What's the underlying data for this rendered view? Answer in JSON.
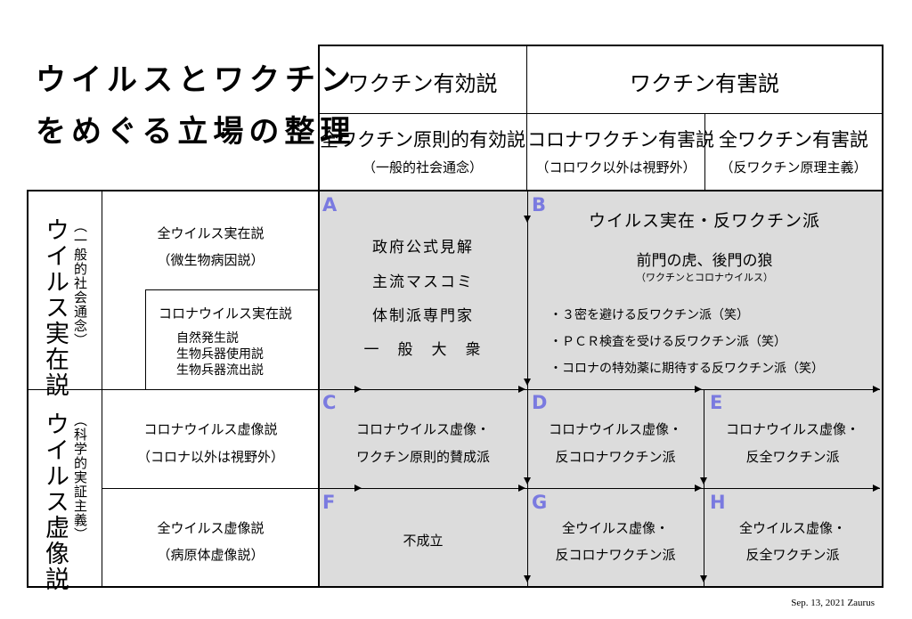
{
  "title": {
    "line1": "ウイルスとワクチン",
    "line2": "をめぐる立場の整理"
  },
  "columns": {
    "effective": {
      "label": "ワクチン有効説",
      "sub_label": "全ワクチン原則的有効説",
      "note": "（一般的社会通念）"
    },
    "harmful": {
      "label": "ワクチン有害説",
      "corona": {
        "label": "コロナワクチン有害説",
        "note": "（コロワク以外は視野外）"
      },
      "all": {
        "label": "全ワクチン有害説",
        "note": "（反ワクチン原理主義）"
      }
    }
  },
  "rows": {
    "exist": {
      "label": "ウイルス実在説",
      "note": "（一般的社会通念）",
      "all_virus": {
        "label": "全ウイルス実在説",
        "note": "（微生物病因説）"
      },
      "corona_virus": {
        "label": "コロナウイルス実在説",
        "items": [
          "自然発生説",
          "生物兵器使用説",
          "生物兵器流出説"
        ]
      }
    },
    "fake": {
      "label": "ウイルス虚像説",
      "note": "（科学的実証主義）",
      "corona_fake": {
        "label": "コロナウイルス虚像説",
        "note": "（コロナ以外は視野外）"
      },
      "all_fake": {
        "label": "全ウイルス虚像説",
        "note": "（病原体虚像説）"
      }
    }
  },
  "cells": {
    "A": {
      "letter": "A",
      "lines": [
        "政府公式見解",
        "主流マスコミ",
        "体制派専門家",
        "一　般　大　衆"
      ]
    },
    "B": {
      "letter": "B",
      "title": "ウイルス実在・反ワクチン派",
      "subtitle": "前門の虎、後門の狼",
      "subnote": "（ワクチンとコロナウイルス）",
      "bullets": [
        "・３密を避ける反ワクチン派（笑）",
        "・ＰＣＲ検査を受ける反ワクチン派（笑）",
        "・コロナの特効薬に期待する反ワクチン派（笑）"
      ]
    },
    "C": {
      "letter": "C",
      "lines": [
        "コロナウイルス虚像・",
        "ワクチン原則的賛成派"
      ]
    },
    "D": {
      "letter": "D",
      "lines": [
        "コロナウイルス虚像・",
        "反コロナワクチン派"
      ]
    },
    "E": {
      "letter": "E",
      "lines": [
        "コロナウイルス虚像・",
        "反全ワクチン派"
      ]
    },
    "F": {
      "letter": "F",
      "lines": [
        "不成立"
      ]
    },
    "G": {
      "letter": "G",
      "lines": [
        "全ウイルス虚像・",
        "反コロナワクチン派"
      ]
    },
    "H": {
      "letter": "H",
      "lines": [
        "全ウイルス虚像・",
        "反全ワクチン派"
      ]
    }
  },
  "footer": "Sep. 13, 2021 Zaurus"
}
